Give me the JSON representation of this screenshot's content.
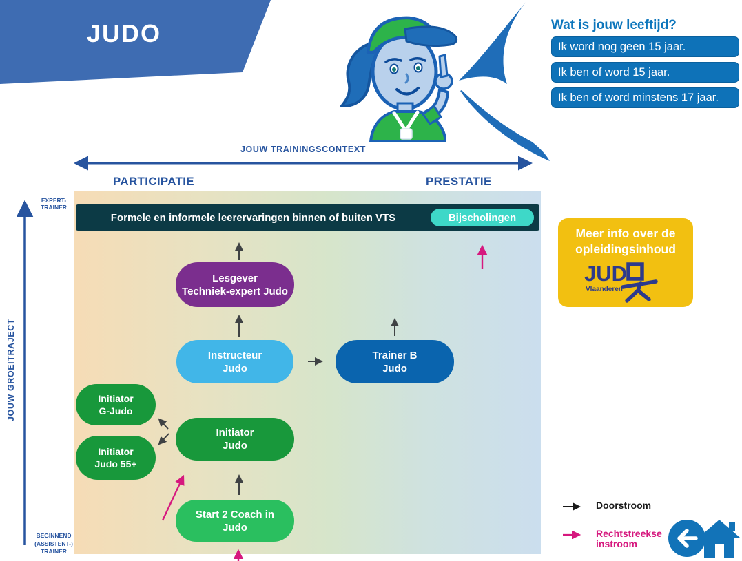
{
  "banner": {
    "title": "JUDO"
  },
  "age_question": {
    "title": "Wat is jouw leeftijd?",
    "options": [
      "Ik word nog geen 15 jaar.",
      "Ik ben of word 15 jaar.",
      "Ik ben of word minstens 17 jaar."
    ]
  },
  "context_axis": {
    "label": "JOUW TRAININGSCONTEXT",
    "left": "PARTICIPATIE",
    "right": "PRESTATIE"
  },
  "growth_axis": {
    "label": "JOUW GROEITRAJECT",
    "top": [
      "EXPERT-",
      "TRAINER"
    ],
    "bottom": [
      "BEGINNEND",
      "(ASSISTENT-)",
      "TRAINER"
    ]
  },
  "learning_bar": {
    "text": "Formele en informele leerervaringen binnen of buiten VTS",
    "button_label": "Bijscholingen"
  },
  "nodes": {
    "lesgever": {
      "lines": [
        "Lesgever",
        "Techniek-expert Judo"
      ],
      "color": "#7b2e8e"
    },
    "instructeur": {
      "lines": [
        "Instructeur",
        "Judo"
      ],
      "color": "#41b6e8"
    },
    "trainer_b": {
      "lines": [
        "Trainer B",
        "Judo"
      ],
      "color": "#0a64ae"
    },
    "initiator_g": {
      "lines": [
        "Initiator",
        "G-Judo"
      ],
      "color": "#18983b"
    },
    "initiator_55": {
      "lines": [
        "Initiator",
        "Judo 55+"
      ],
      "color": "#18983b"
    },
    "initiator": {
      "lines": [
        "Initiator",
        "Judo"
      ],
      "color": "#18983b"
    },
    "start2coach": {
      "lines": [
        "Start 2 Coach in",
        "Judo"
      ],
      "color": "#2abf5f"
    }
  },
  "info_box": {
    "lines": [
      "Meer info over de",
      "opleidingsinhoud"
    ],
    "logo": {
      "text": "JUD",
      "sub": "Vlaanderen"
    },
    "bg": "#f2c011"
  },
  "legend": {
    "doorstroom": {
      "label": "Doorstroom",
      "color": "#1a1a1a"
    },
    "instroom": {
      "lines": [
        "Rechtstreekse",
        "instroom"
      ],
      "color": "#d6187e"
    }
  },
  "colors": {
    "banner_blue": "#3e6cb2",
    "button_blue": "#0e72b8",
    "axis_navy": "#27549f",
    "bar_dark": "#0c3a45",
    "pill_teal": "#3ed8c8",
    "flow_arrow_gray": "#3f4244",
    "instroom_pink": "#d6187e",
    "info_yellow": "#f2c011",
    "logo_navy": "#2d3a8c"
  }
}
